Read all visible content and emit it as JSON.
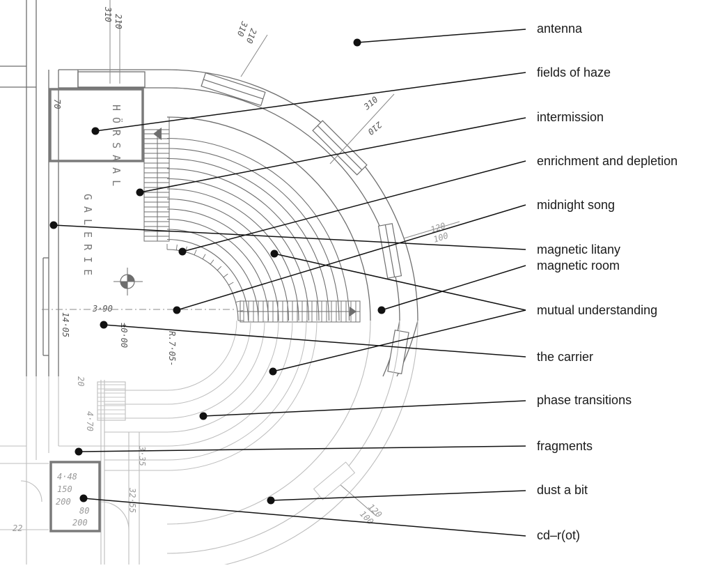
{
  "labels": [
    "antenna",
    "fields of haze",
    "intermission",
    "enrichment and depletion",
    "midnight song",
    "magnetic litany",
    "magnetic room",
    "mutual understanding",
    "the carrier",
    "phase transitions",
    "fragments",
    "dust a bit",
    "cd–r(ot)"
  ],
  "plan": {
    "vertical_text_1": "HÖRSAAL",
    "vertical_text_2": "GALERIE",
    "dim_70": "70",
    "dim_210_a": "210",
    "dim_310_a": "310",
    "dim_210_b": "210",
    "dim_310_b": "310",
    "dim_310_c": "310",
    "dim_210_c": "210",
    "dim_120_a": "120",
    "dim_100_a": "100",
    "dim_1405": "14·05",
    "dim_390": "3·90",
    "dim_000": "±0·00",
    "dim_r705": "R.7·05-",
    "dim_20": "20",
    "dim_470": "4·70",
    "dim_335": "3·35",
    "dim_3255": "32·55",
    "dim_448": "4·48",
    "dim_150": "150",
    "dim_200a": "200",
    "dim_80": "80",
    "dim_200b": "200",
    "dim_22": "22",
    "dim_120_b": "120",
    "dim_100_b": "100"
  },
  "colors": {
    "plan_line": "#6e6e6e",
    "plan_faint": "#bdbdbd",
    "highlight_box": "#7a7a7a",
    "leader": "#111111",
    "dot": "#111111"
  }
}
